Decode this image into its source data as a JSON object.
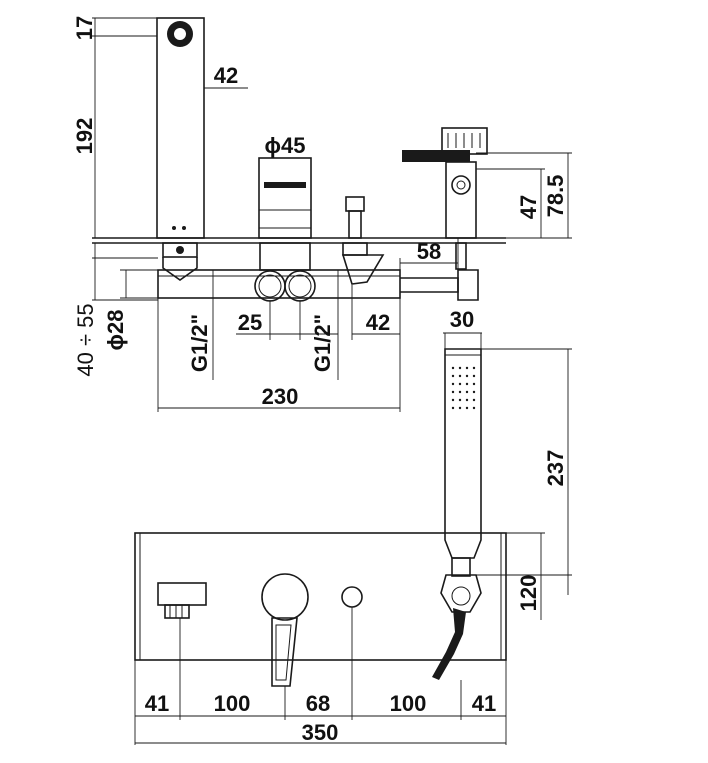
{
  "dimensions": {
    "spout_top_height": "17",
    "spout_width": "42",
    "spout_height": "192",
    "knob_diameter": "ϕ45",
    "diverter_height": "78.5",
    "diverter_offset": "47",
    "arm_length": "58",
    "wall_depth_range": "40 ÷ 55",
    "body_diameter": "ϕ28",
    "inlet_left": "G1/2\"",
    "inlet_spacing": "25",
    "inlet_right": "G1/2\"",
    "right_offset": "42",
    "body_length": "230",
    "handshower_width": "30",
    "handshower_length": "237",
    "holder_height": "120",
    "front_left_margin": "41",
    "front_spout_to_handle": "100",
    "front_handle_to_diverter": "68",
    "front_diverter_to_holder": "100",
    "front_right_margin": "41",
    "front_total_width": "350"
  }
}
